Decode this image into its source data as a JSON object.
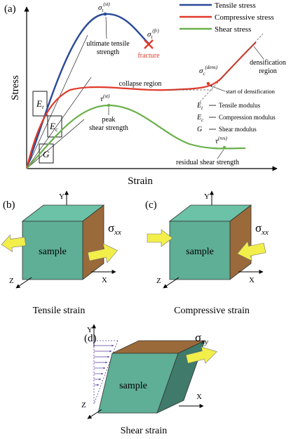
{
  "colors": {
    "tensile": "#2a4a9a",
    "compressive": "#e03a2a",
    "shear": "#6ab04c",
    "cube_front": "#5fae96",
    "cube_side": "#9a6a3a",
    "cube_top": "#6cc2a6",
    "arrow_fill": "#f2ee4a",
    "fracture": "#e03a2a"
  },
  "panel_a": {
    "label": "(a)",
    "y_axis_label": "Stress",
    "x_axis_label": "Strain",
    "legend": [
      {
        "name": "Tensile stress",
        "color_key": "tensile"
      },
      {
        "name": "Compressive stress",
        "color_key": "compressive"
      },
      {
        "name": "Shear stress",
        "color_key": "shear"
      }
    ],
    "annotations": {
      "sigma_t_st": {
        "base": "σ",
        "sub": "t",
        "sup": "(st)"
      },
      "sigma_t_fr": {
        "base": "σ",
        "sub": "t",
        "sup": "(fr)"
      },
      "ultimate_line1": "ultimate tensile",
      "ultimate_line2": "strength",
      "fracture": "fracture",
      "collapse": "collapse region",
      "sigma_c_dens": {
        "base": "σ",
        "sub": "c",
        "sup": "(dens)"
      },
      "densification_line1": "densification",
      "densification_line2": "region",
      "start_dens": "start of densification",
      "tau_st": {
        "base": "τ",
        "sup": "(st)"
      },
      "peak_line1": "peak",
      "peak_line2": "shear strength",
      "tau_res": {
        "base": "τ",
        "sup": "(res)"
      },
      "residual": "residual shear strength"
    },
    "moduli_boxes": {
      "Et": {
        "base": "E",
        "sub": "t"
      },
      "Ec": {
        "base": "E",
        "sub": "c"
      },
      "G": {
        "base": "G"
      }
    },
    "moduli_legend": [
      {
        "sym": "E",
        "sub": "t",
        "desc": "Tensile modulus"
      },
      {
        "sym": "E",
        "sub": "c",
        "desc": "Compression modulus"
      },
      {
        "sym": "G",
        "sub": "",
        "desc": "Shear modulus"
      }
    ]
  },
  "panel_b": {
    "label": "(b)",
    "sample": "sample",
    "sigma": {
      "base": "σ",
      "sub": "xx"
    },
    "axes": {
      "x": "X",
      "y": "Y",
      "z": "Z"
    },
    "caption": "Tensile strain"
  },
  "panel_c": {
    "label": "(c)",
    "sample": "sample",
    "sigma": {
      "base": "σ",
      "sub": "xx"
    },
    "axes": {
      "x": "X",
      "y": "Y",
      "z": "Z"
    },
    "caption": "Compressive strain"
  },
  "panel_d": {
    "label": "(d)",
    "sample": "sample",
    "sigma": {
      "base": "σ",
      "sub": "xy"
    },
    "axes": {
      "x": "X",
      "y": "Y",
      "z": "Z"
    },
    "caption": "Shear strain"
  }
}
